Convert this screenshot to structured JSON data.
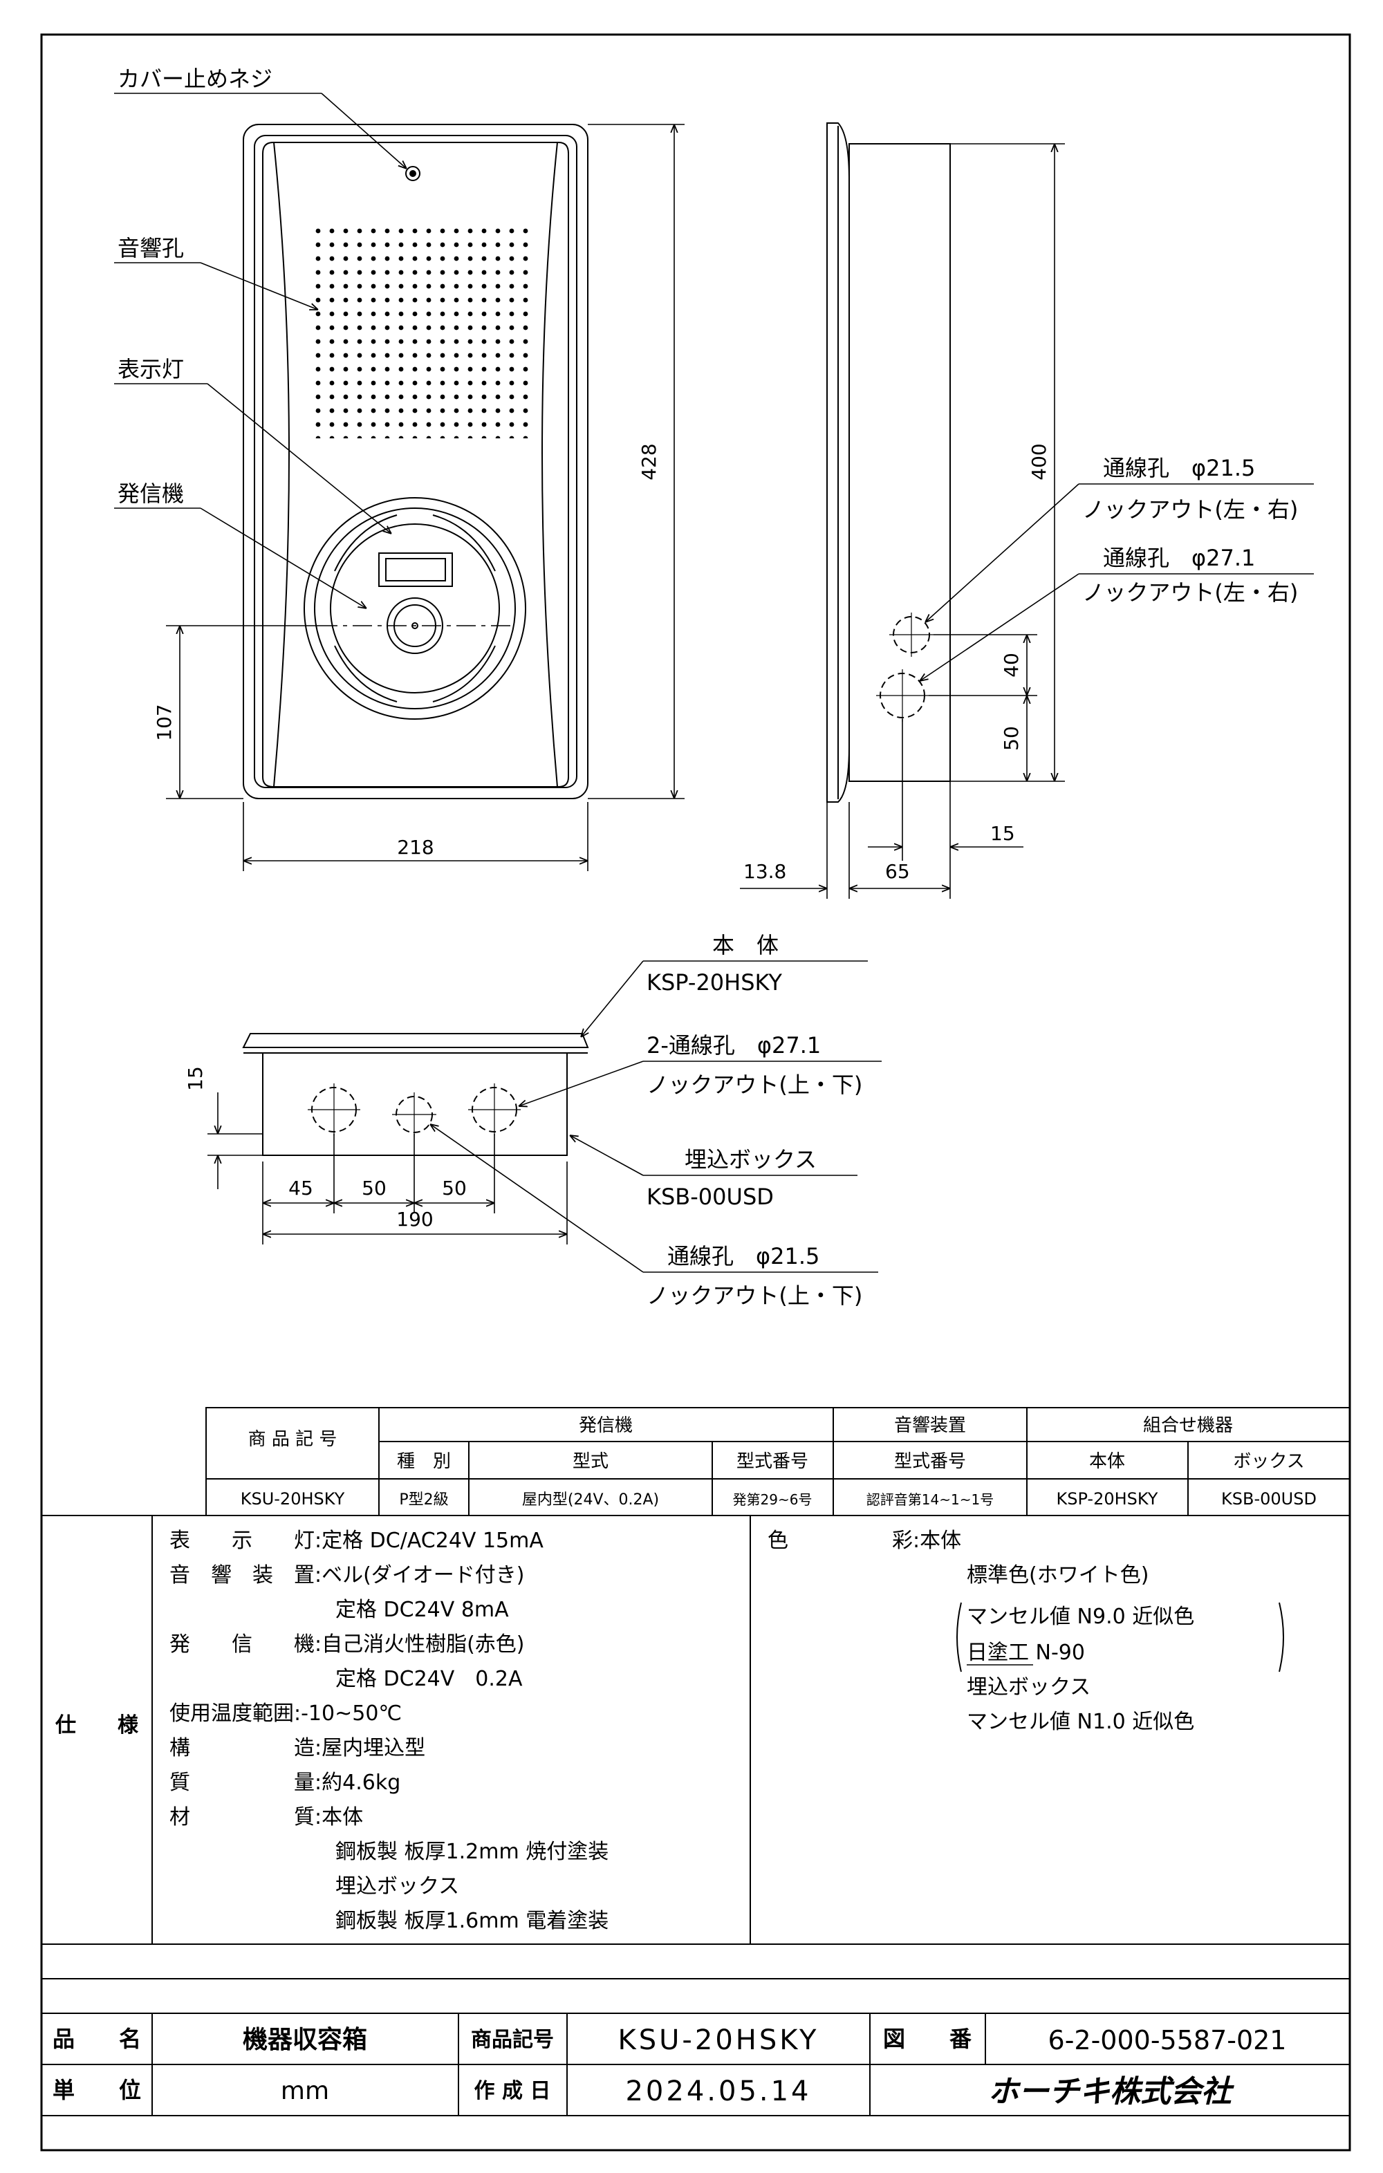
{
  "drawing": {
    "front_labels": {
      "cover_screw": "カバー止めネジ",
      "sound_hole": "音響孔",
      "indicator": "表示灯",
      "transmitter": "発信機"
    },
    "front_dims": {
      "height": "428",
      "width": "218",
      "button_height": "107"
    },
    "side_dims": {
      "height": "400",
      "h40": "40",
      "h50": "50",
      "d15": "15",
      "d138": "13.8",
      "d65": "65"
    },
    "side_labels": {
      "hole1_line1": "通線孔　φ21.5",
      "hole1_line2": "ノックアウト(左・右)",
      "hole2_line1": "通線孔　φ27.1",
      "hole2_line2": "ノックアウト(左・右)"
    },
    "bottom_labels": {
      "body_title": "本　体",
      "body_model": "KSP-20HSKY",
      "holes2_line1": "2-通線孔　φ27.1",
      "holes2_line2": "ノックアウト(上・下)",
      "box_title": "埋込ボックス",
      "box_model": "KSB-00USD",
      "hole_line1": "通線孔　φ21.5",
      "hole_line2": "ノックアウト(上・下)"
    },
    "bottom_dims": {
      "h15": "15",
      "d45": "45",
      "d50a": "50",
      "d50b": "50",
      "d190": "190"
    }
  },
  "product_table": {
    "h_code": "商 品 記 号",
    "h_transmitter": "発信機",
    "h_sound": "音響装置",
    "h_combo": "組合せ機器",
    "h_kind": "種　別",
    "h_type": "型式",
    "h_type_no": "型式番号",
    "h_sound_type_no": "型式番号",
    "h_body": "本体",
    "h_box": "ボックス",
    "v_code": "KSU-20HSKY",
    "v_kind": "P型2級",
    "v_type": "屋内型(24V、0.2A)",
    "v_type_no": "発第29~6号",
    "v_sound_no": "認評音第14~1~1号",
    "v_body": "KSP-20HSKY",
    "v_box": "KSB-00USD"
  },
  "spec": {
    "title": "仕　　様",
    "left_lines": [
      "表　　示　　灯:定格 DC/AC24V 15mA",
      "音　響　装　置:ベル(ダイオード付き)",
      "　　　　　　　　定格 DC24V 8mA",
      "発　　信　　機:自己消火性樹脂(赤色)",
      "　　　　　　　　定格 DC24V　0.2A",
      "使用温度範囲:-10~50℃",
      "構　　　　　造:屋内埋込型",
      "質　　　　　量:約4.6kg",
      "材　　　　　質:本体",
      "　　　　　　　　鋼板製 板厚1.2mm 焼付塗装",
      "　　　　　　　　埋込ボックス",
      "　　　　　　　　鋼板製 板厚1.6mm 電着塗装"
    ],
    "color_label": "色　　　　　彩:本体",
    "right_lines": [
      "標準色(ホワイト色)",
      "マンセル値 N9.0 近似色",
      "日塗工 N-90",
      "埋込ボックス",
      "マンセル値 N1.0 近似色"
    ]
  },
  "title_block": {
    "name_label": "品　　名",
    "name_value": "機器収容箱",
    "code_label": "商品記号",
    "code_value": "KSU-20HSKY",
    "drawing_no_label": "図　　番",
    "drawing_no_value": "6-2-000-5587-021",
    "unit_label": "単　　位",
    "unit_value": "mm",
    "date_label": "作 成 日",
    "date_value": "2024.05.14",
    "company": "ホーチキ株式会社"
  }
}
